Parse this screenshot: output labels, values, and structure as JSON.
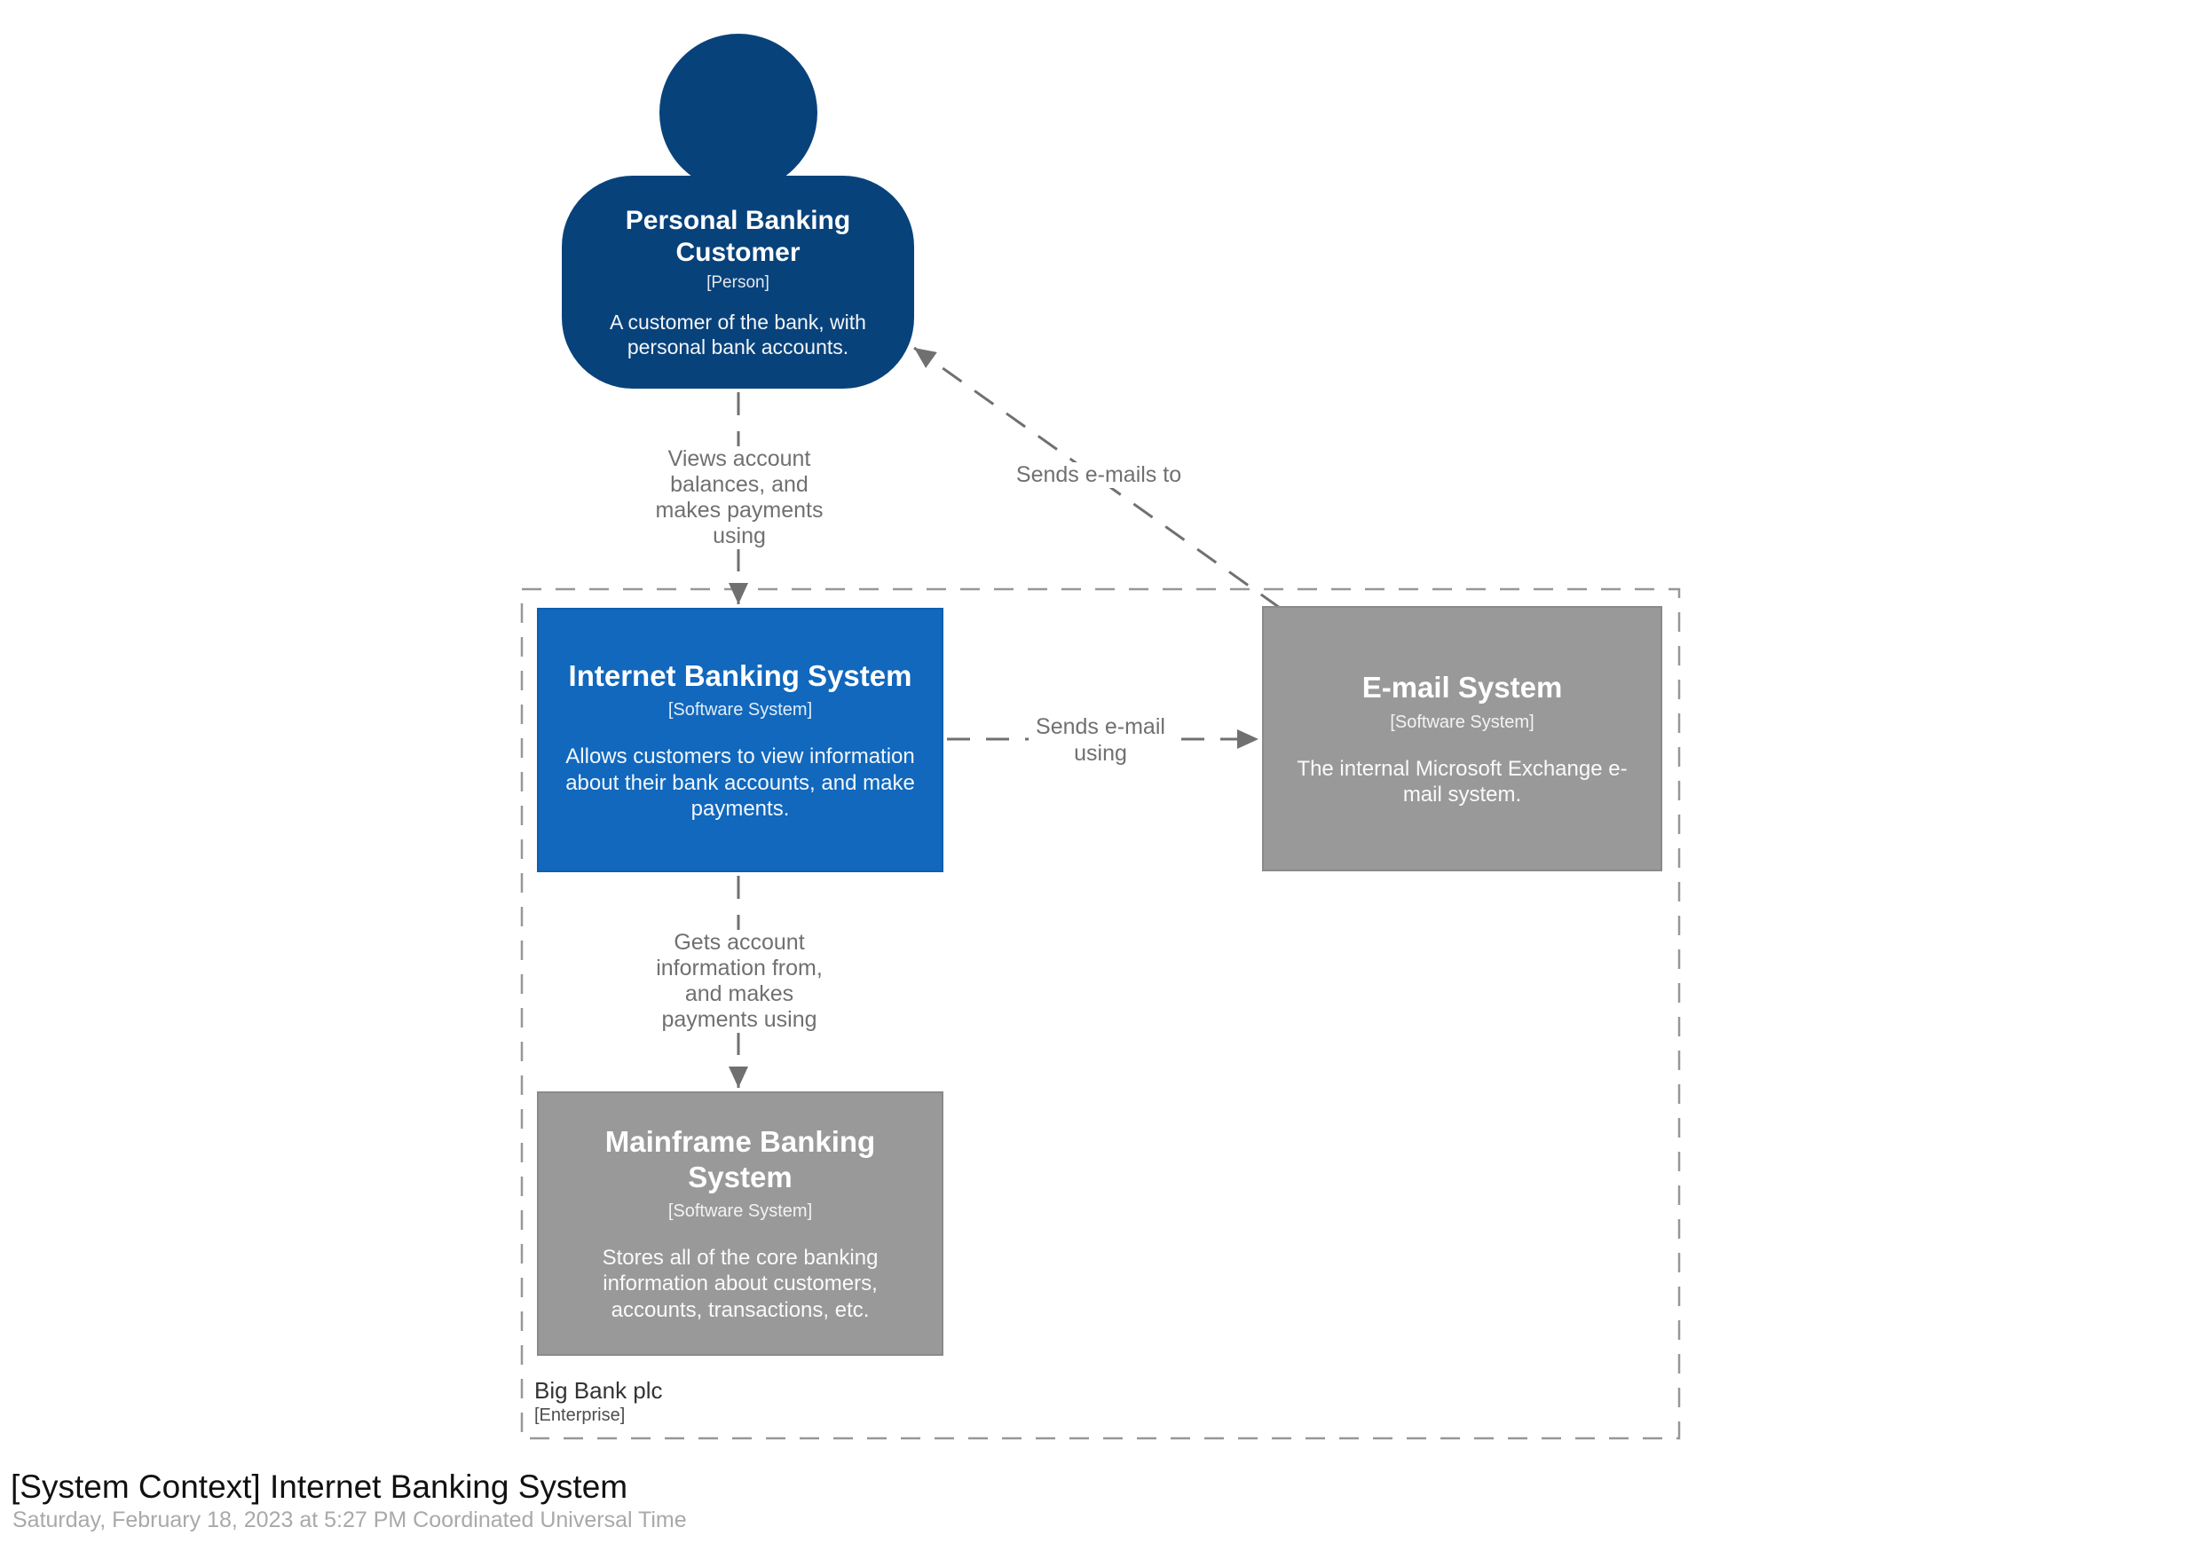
{
  "diagram": {
    "title": "[System Context] Internet Banking System",
    "timestamp": "Saturday, February 18, 2023 at 5:27 PM Coordinated Universal Time",
    "colors": {
      "person": "#08427B",
      "internal_system": "#1168BD",
      "external_system": "#999999",
      "relationship": "#707070",
      "boundary": "#979797"
    },
    "enterprise_boundary": {
      "name": "Big Bank plc",
      "meta": "[Enterprise]"
    },
    "elements": {
      "customer": {
        "name": "Personal Banking Customer",
        "meta": "[Person]",
        "description": "A customer of the bank, with personal bank accounts."
      },
      "internet_banking": {
        "name": "Internet Banking System",
        "meta": "[Software System]",
        "description": "Allows customers to view information about their bank accounts, and make payments."
      },
      "email": {
        "name": "E-mail System",
        "meta": "[Software System]",
        "description": "The internal Microsoft Exchange e-mail system."
      },
      "mainframe": {
        "name": "Mainframe Banking System",
        "meta": "[Software System]",
        "description": "Stores all of the core banking information about customers, accounts, transactions, etc."
      }
    },
    "relationships": {
      "customer_to_internet_banking": {
        "label": "Views account\nbalances, and\nmakes payments\nusing"
      },
      "email_to_customer": {
        "label": "Sends e-mails to"
      },
      "internet_banking_to_email": {
        "label": "Sends e-mail\nusing"
      },
      "internet_banking_to_mainframe": {
        "label": "Gets account\ninformation from,\nand makes\npayments using"
      }
    }
  }
}
